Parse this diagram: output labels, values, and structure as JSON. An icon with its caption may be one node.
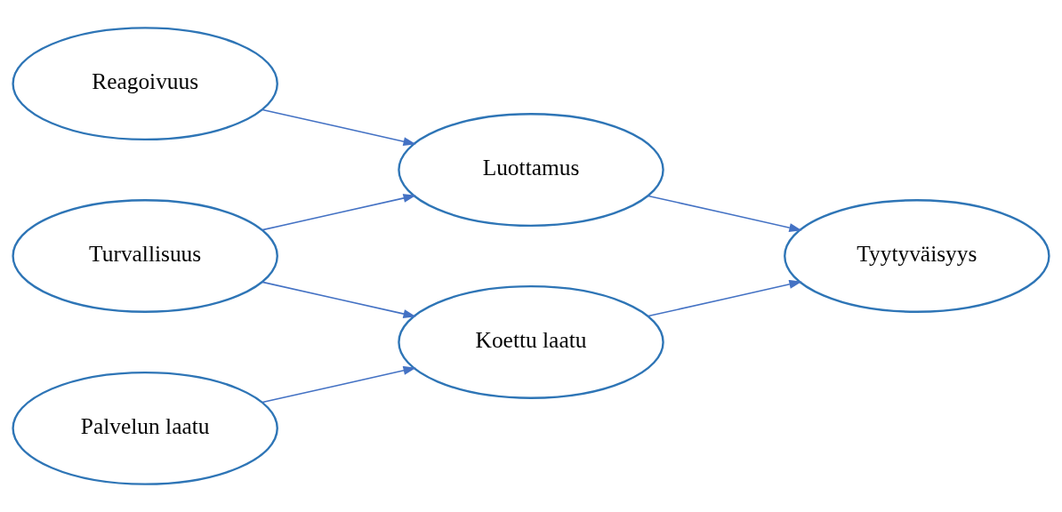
{
  "diagram": {
    "nodes": [
      {
        "text": [
          "Reagoivuus"
        ]
      },
      {
        "text": [
          "Turvallisuus"
        ]
      },
      {
        "text": [
          "Palvelun laatu"
        ]
      },
      {
        "text": [
          "Luottamus"
        ]
      },
      {
        "text": [
          "Koettu laatu"
        ]
      },
      {
        "text": [
          "Tyytyväisyys"
        ]
      }
    ],
    "edges": [
      {
        "from": 0,
        "to": 3,
        "arrow": "to"
      },
      {
        "from": 1,
        "to": 3,
        "arrow": "to"
      },
      {
        "from": 1,
        "to": 4,
        "arrow": "to"
      },
      {
        "from": 2,
        "to": 4,
        "arrow": "to"
      },
      {
        "from": 3,
        "to": 5,
        "arrow": "to"
      },
      {
        "from": 4,
        "to": 5,
        "arrow": "to"
      }
    ]
  }
}
